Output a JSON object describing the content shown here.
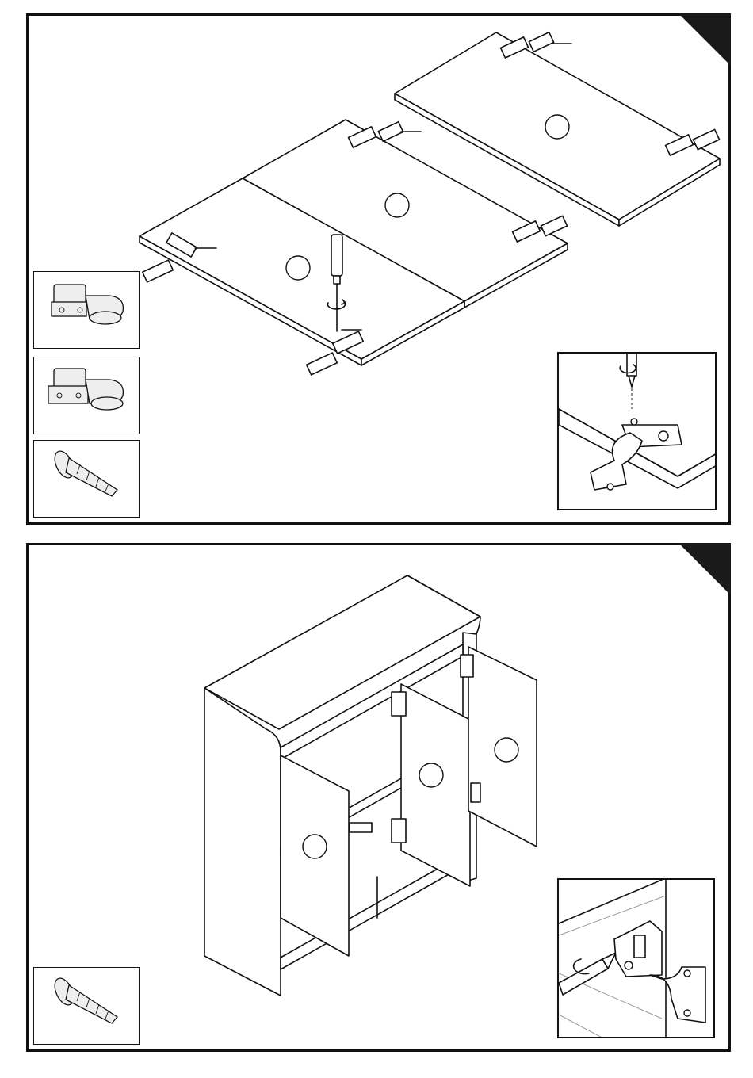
{
  "document": {
    "type": "assembly-instructions",
    "steps": [
      {
        "parts": [
          "hinge-type-a",
          "hinge-type-b",
          "screw"
        ],
        "door_markers": 3
      },
      {
        "parts": [
          "screw"
        ],
        "door_markers": 3
      }
    ]
  },
  "colors": {
    "ink": "#111111",
    "corner_tab": "#1a1a1a",
    "paper": "#ffffff"
  },
  "icons": [
    "hinge-icon",
    "screw-icon",
    "screwdriver-icon",
    "cabinet-icon"
  ]
}
